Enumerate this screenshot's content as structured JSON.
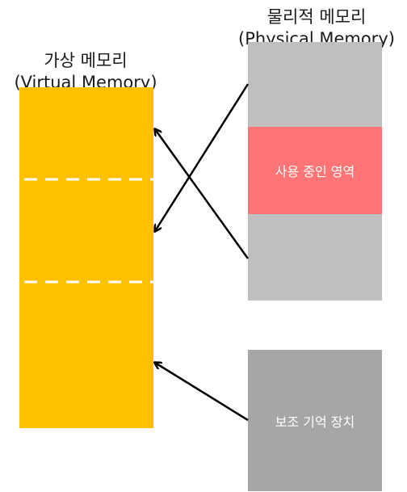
{
  "virtual_memory": {
    "title_ko": "가상 메모리",
    "title_en": "(Virtual Memory)",
    "color": "#FFC000"
  },
  "physical_memory": {
    "title_ko": "물리적 메모리",
    "title_en": "(Physical Memory)",
    "color": "#BFBFBF",
    "in_use_region": {
      "label": "사용 중인 영역",
      "color": "#FF7575"
    }
  },
  "secondary_storage": {
    "label": "보조 기억 장치",
    "color": "#A6A6A6"
  },
  "arrow_color": "#000000"
}
